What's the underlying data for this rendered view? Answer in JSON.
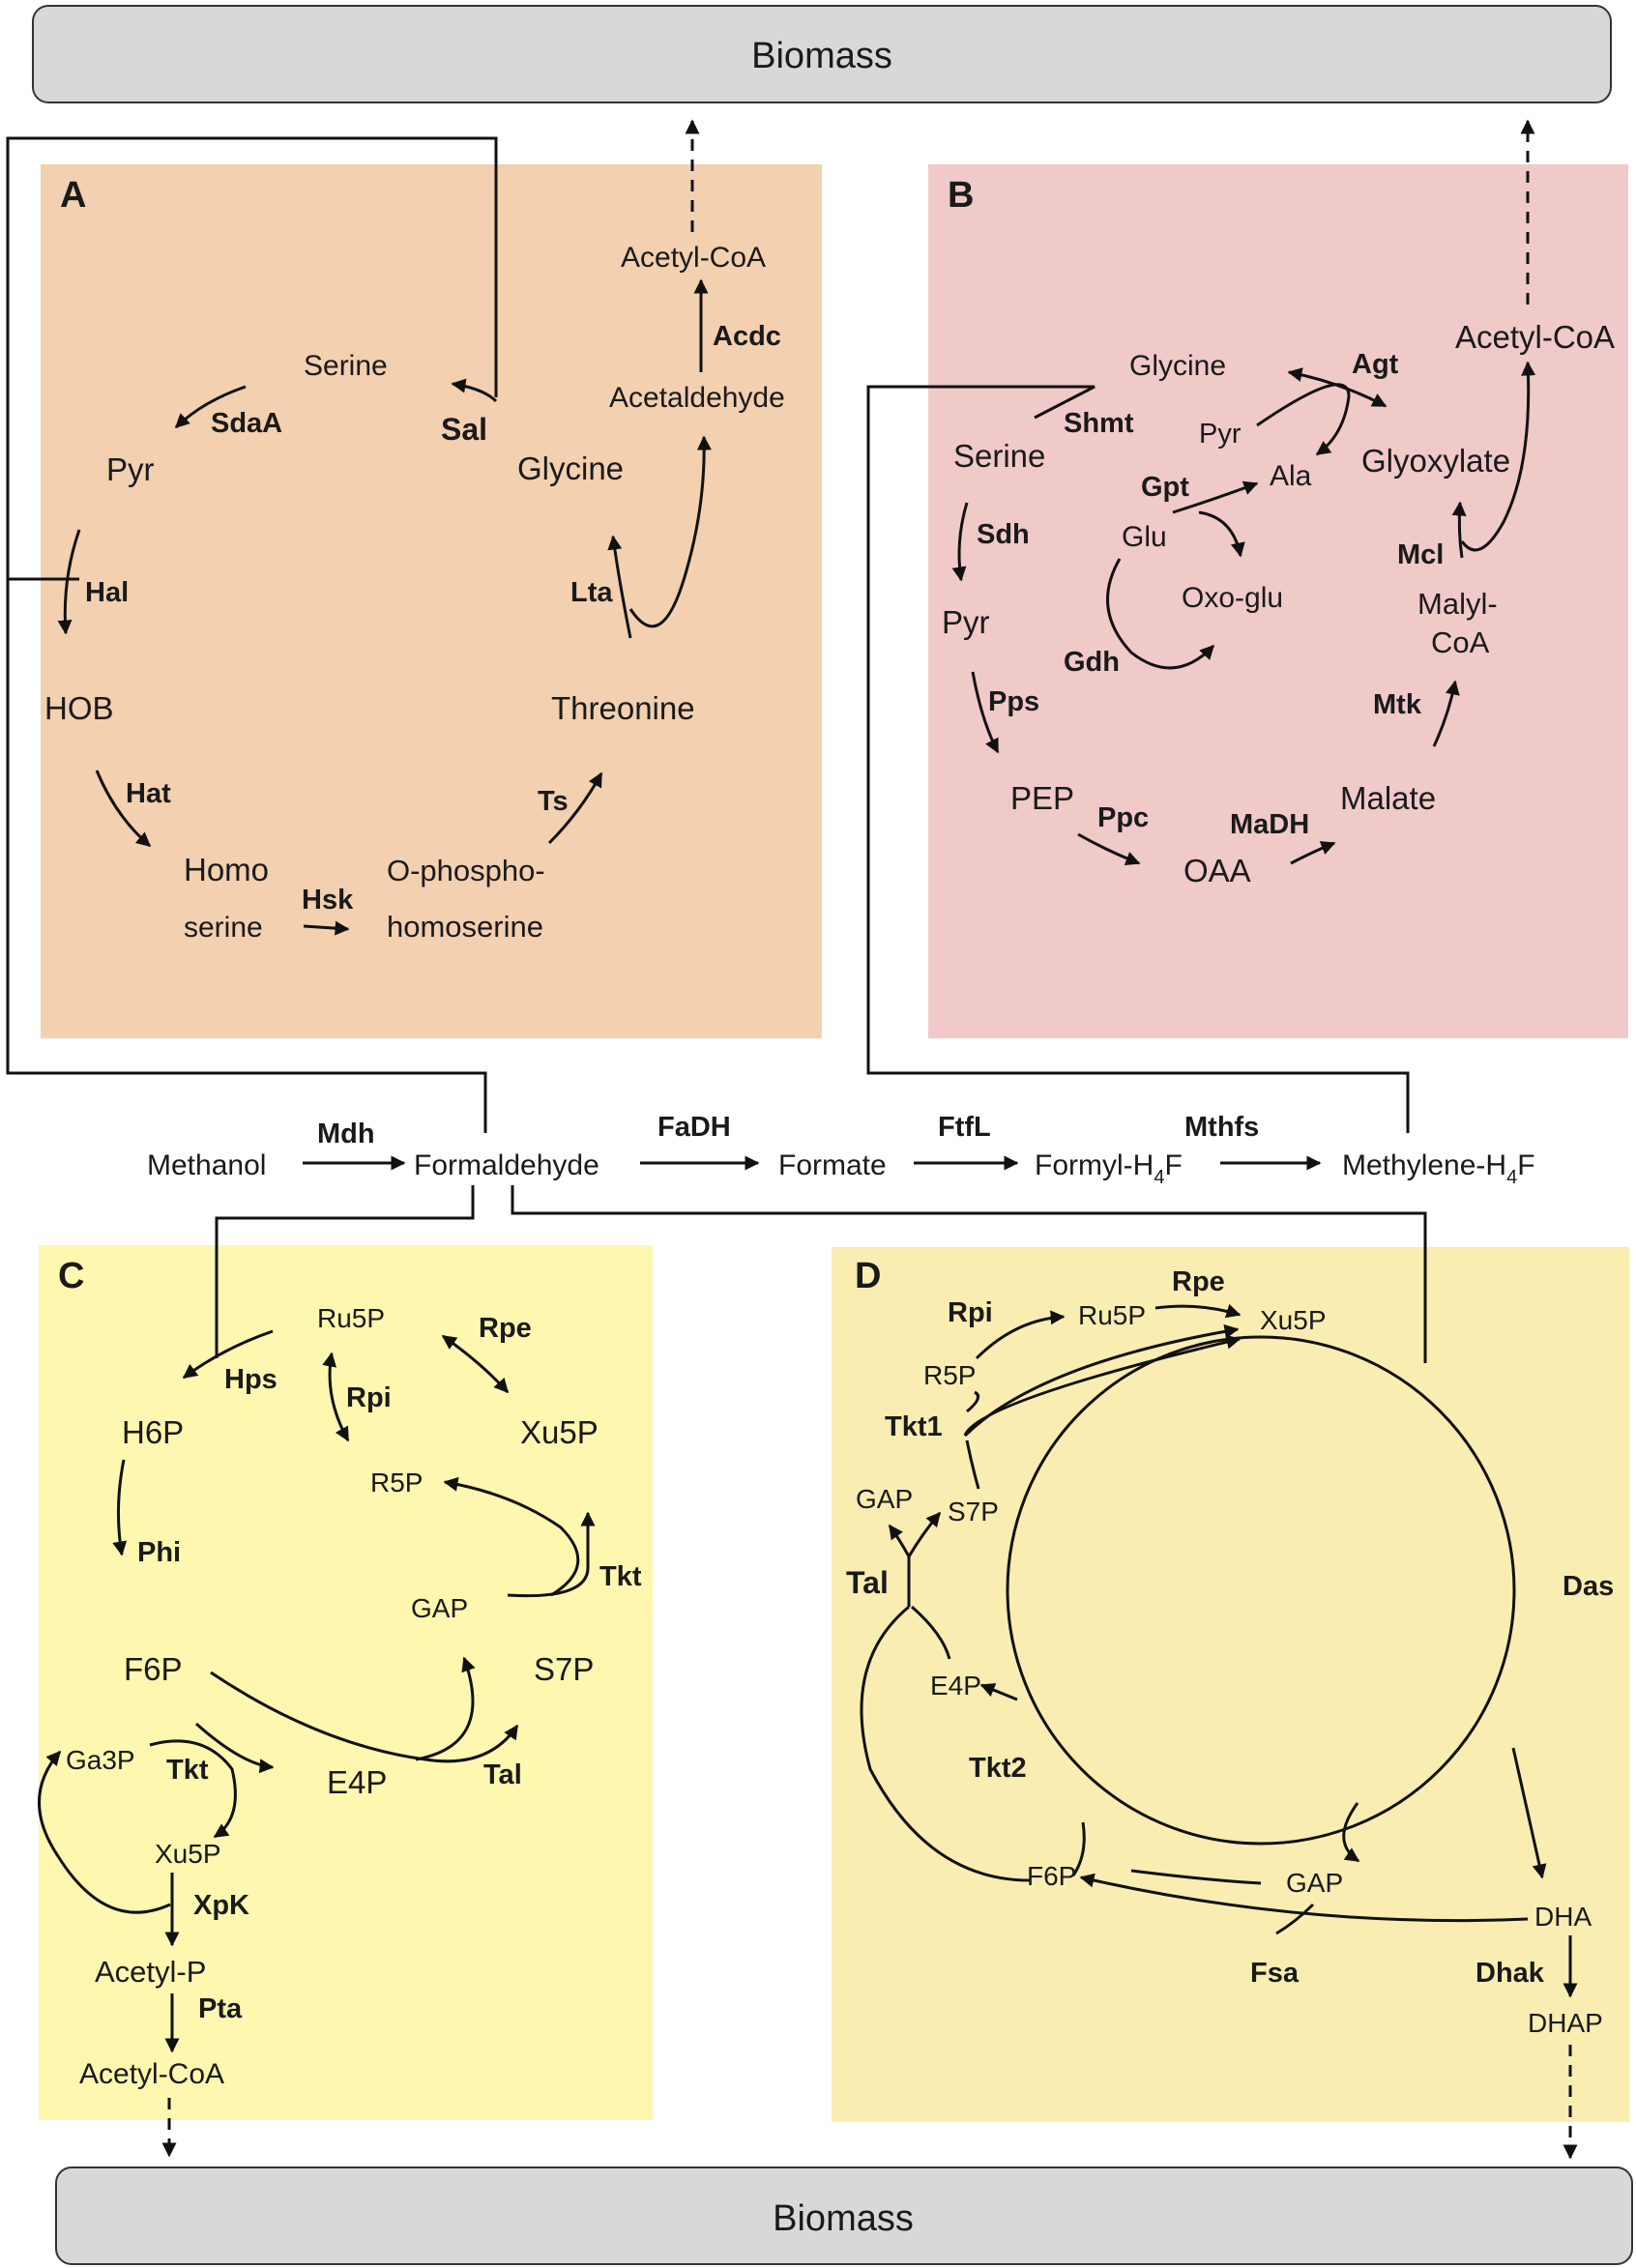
{
  "biomass": {
    "top": "Biomass",
    "bottom": "Biomass"
  },
  "colors": {
    "panel_a": "#f2d0b0",
    "panel_b": "#f0c9c9",
    "panel_c": "#fdf7b0",
    "panel_d": "#f9edb2",
    "biomass_box": "#d8d8d8"
  },
  "central": {
    "methanol": "Methanol",
    "mdh": "Mdh",
    "formaldehyde": "Formaldehyde",
    "fadh": "FaDH",
    "formate": "Formate",
    "ftfl": "FtfL",
    "formyl": "Formyl-H",
    "formyl_sub": "4",
    "formyl_end": "F",
    "mthfs": "Mthfs",
    "methylene": "Methylene-H",
    "methylene_sub": "4",
    "methylene_end": "F"
  },
  "panel_a": {
    "letter": "A",
    "acetylcoa": "Acetyl-CoA",
    "acdc": "Acdc",
    "acetaldehyde": "Acetaldehyde",
    "serine": "Serine",
    "sdaa": "SdaA",
    "sal": "Sal",
    "pyr": "Pyr",
    "glycine": "Glycine",
    "hal": "Hal",
    "lta": "Lta",
    "hob": "HOB",
    "threonine": "Threonine",
    "hat": "Hat",
    "ts": "Ts",
    "homo": "Homo",
    "homo_serine": "serine",
    "hsk": "Hsk",
    "ophospho": "O-phospho-",
    "homoserine": "homoserine"
  },
  "panel_b": {
    "letter": "B",
    "glycine": "Glycine",
    "agt": "Agt",
    "acetylcoa": "Acetyl-CoA",
    "shmt": "Shmt",
    "pyr_small": "Pyr",
    "serine": "Serine",
    "gpt": "Gpt",
    "ala": "Ala",
    "glyoxylate": "Glyoxylate",
    "sdh": "Sdh",
    "glu": "Glu",
    "mcl": "Mcl",
    "malyl": "Malyl-",
    "oxoglu": "Oxo-glu",
    "pyr": "Pyr",
    "coa": "CoA",
    "gdh": "Gdh",
    "pps": "Pps",
    "mtk": "Mtk",
    "pep": "PEP",
    "ppc": "Ppc",
    "madh": "MaDH",
    "malate": "Malate",
    "oaa": "OAA"
  },
  "panel_c": {
    "letter": "C",
    "ru5p": "Ru5P",
    "rpe": "Rpe",
    "hps": "Hps",
    "rpi": "Rpi",
    "h6p": "H6P",
    "xu5p": "Xu5P",
    "r5p": "R5P",
    "phi": "Phi",
    "tkt": "Tkt",
    "gap": "GAP",
    "f6p": "F6P",
    "s7p": "S7P",
    "ga3p": "Ga3P",
    "tkt2": "Tkt",
    "e4p": "E4P",
    "tal": "Tal",
    "xu5p_small": "Xu5P",
    "xpk": "XpK",
    "acetylp": "Acetyl-P",
    "pta": "Pta",
    "acetylcoa": "Acetyl-CoA"
  },
  "panel_d": {
    "letter": "D",
    "rpi": "Rpi",
    "ru5p": "Ru5P",
    "rpe": "Rpe",
    "xu5p": "Xu5P",
    "r5p": "R5P",
    "tkt1": "Tkt1",
    "gap_top": "GAP",
    "s7p": "S7P",
    "tal": "Tal",
    "das": "Das",
    "e4p": "E4P",
    "tkt2": "Tkt2",
    "f6p": "F6P",
    "gap": "GAP",
    "dha": "DHA",
    "fsa": "Fsa",
    "dhak": "Dhak",
    "dhap": "DHAP"
  }
}
